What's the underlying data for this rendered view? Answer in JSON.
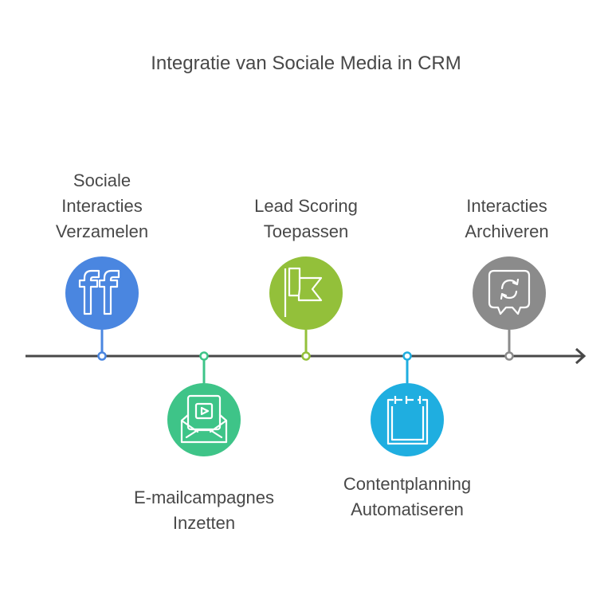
{
  "title": "Integratie van Sociale Media in CRM",
  "axis_color": "#484848",
  "steps": [
    {
      "label_lines": [
        "Sociale",
        "Interacties",
        "Verzamelen"
      ],
      "icon": "foursquare-ff-icon",
      "color": "#4A86E0",
      "side": "above"
    },
    {
      "label_lines": [
        "E-mailcampagnes",
        "Inzetten"
      ],
      "icon": "email-video-envelope-icon",
      "color": "#3EC488",
      "side": "below"
    },
    {
      "label_lines": [
        "Lead Scoring",
        "Toepassen"
      ],
      "icon": "flag-icon",
      "color": "#93C03A",
      "side": "above"
    },
    {
      "label_lines": [
        "Contentplanning",
        "Automatiseren"
      ],
      "icon": "calendar-icon",
      "color": "#1FAEE0",
      "side": "below"
    },
    {
      "label_lines": [
        "Interacties",
        "Archiveren"
      ],
      "icon": "chat-sync-icon",
      "color": "#8B8B8B",
      "side": "above"
    }
  ]
}
